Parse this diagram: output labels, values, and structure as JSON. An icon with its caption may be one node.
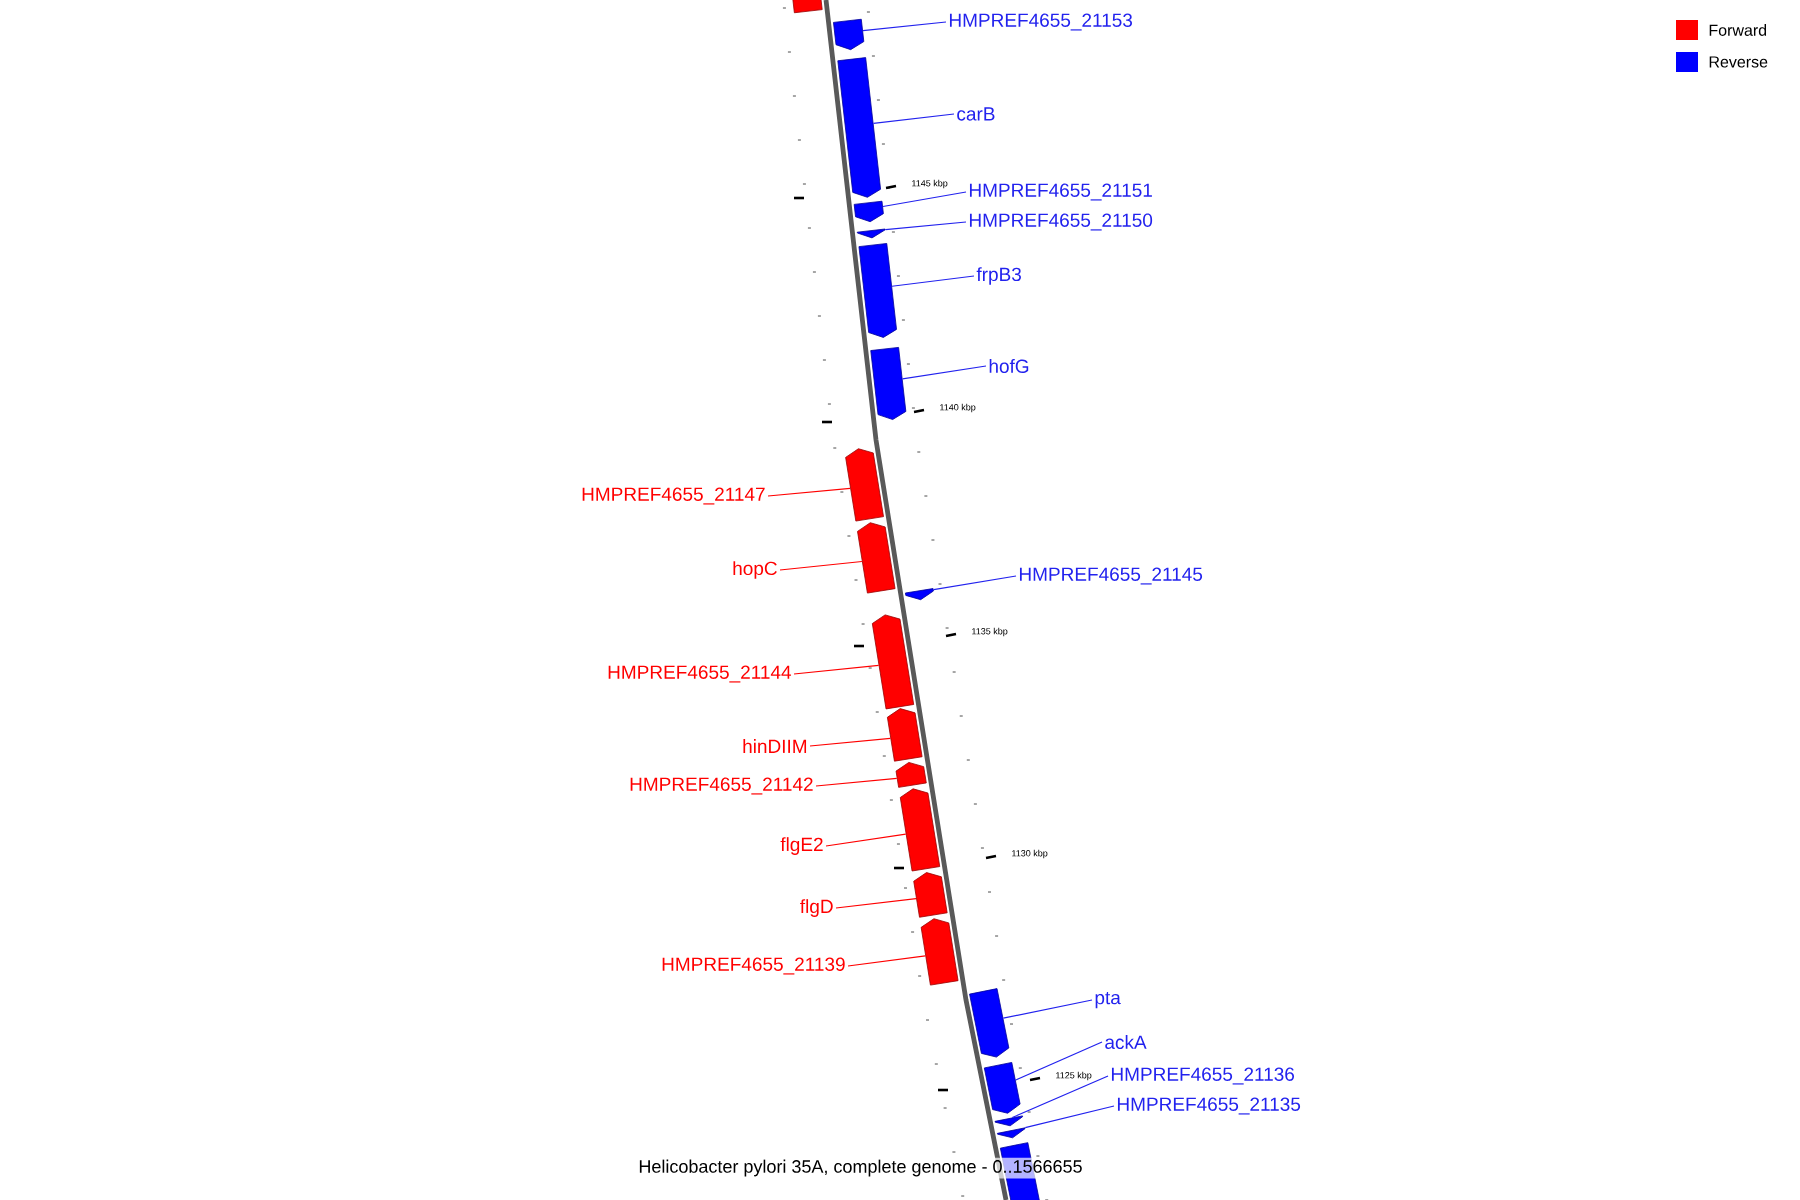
{
  "diagram": {
    "caption": "Helicobacter pylori 35A, complete genome - 0..1566655",
    "nodes": [
      {
        "text": [],
        "shape": "bar"
      },
      {
        "text": [],
        "shape": "bar"
      },
      {
        "text": [
          "HMPREF4655_21153"
        ]
      },
      {
        "text": [],
        "shape": "bar"
      },
      {
        "text": [
          "carB"
        ]
      },
      {
        "text": [],
        "shape": "bar"
      },
      {
        "text": [
          "HMPREF4655_21151"
        ]
      },
      {
        "text": [],
        "shape": "bar"
      },
      {
        "text": [
          "HMPREF4655_21150"
        ]
      },
      {
        "text": [],
        "shape": "bar"
      },
      {
        "text": [
          "frpB3"
        ]
      },
      {
        "text": [],
        "shape": "bar"
      },
      {
        "text": [
          "hofG"
        ]
      },
      {
        "text": [],
        "shape": "bar"
      },
      {
        "text": [
          "HMPREF4655_21147"
        ]
      },
      {
        "text": [],
        "shape": "bar"
      },
      {
        "text": [
          "hopC"
        ]
      },
      {
        "text": [],
        "shape": "bar"
      },
      {
        "text": [
          "HMPREF4655_21145"
        ]
      },
      {
        "text": [],
        "shape": "bar"
      },
      {
        "text": [
          "HMPREF4655_21144"
        ]
      },
      {
        "text": [],
        "shape": "bar"
      },
      {
        "text": [
          "hinDIIM"
        ]
      },
      {
        "text": [],
        "shape": "bar"
      },
      {
        "text": [
          "HMPREF4655_21142"
        ]
      },
      {
        "text": [],
        "shape": "bar"
      },
      {
        "text": [
          "flgE2"
        ]
      },
      {
        "text": [],
        "shape": "bar"
      },
      {
        "text": [
          "flgD"
        ]
      },
      {
        "text": [],
        "shape": "bar"
      },
      {
        "text": [
          "HMPREF4655_21139"
        ]
      },
      {
        "text": [],
        "shape": "bar"
      },
      {
        "text": [
          "pta"
        ]
      },
      {
        "text": [],
        "shape": "bar"
      },
      {
        "text": [
          "ackA"
        ]
      },
      {
        "text": [],
        "shape": "bar"
      },
      {
        "text": [
          "HMPREF4655_21136"
        ]
      },
      {
        "text": [],
        "shape": "bar"
      },
      {
        "text": [
          "HMPREF4655_21135"
        ]
      },
      {
        "text": [],
        "shape": "bar"
      }
    ],
    "edges": [
      {
        "from": 2,
        "to": 1,
        "arrow": "none"
      },
      {
        "from": 4,
        "to": 3,
        "arrow": "none"
      },
      {
        "from": 6,
        "to": 5,
        "arrow": "none"
      },
      {
        "from": 8,
        "to": 7,
        "arrow": "none"
      },
      {
        "from": 10,
        "to": 9,
        "arrow": "none"
      },
      {
        "from": 12,
        "to": 11,
        "arrow": "none"
      },
      {
        "from": 14,
        "to": 13,
        "arrow": "none",
        "color": "#ff0000"
      },
      {
        "from": 16,
        "to": 15,
        "arrow": "none",
        "color": "#ff0000"
      },
      {
        "from": 18,
        "to": 17,
        "arrow": "none"
      },
      {
        "from": 20,
        "to": 19,
        "arrow": "none",
        "color": "#ff0000"
      },
      {
        "from": 22,
        "to": 21,
        "arrow": "none",
        "color": "#ff0000"
      },
      {
        "from": 24,
        "to": 23,
        "arrow": "none",
        "color": "#ff0000"
      },
      {
        "from": 26,
        "to": 25,
        "arrow": "none",
        "color": "#ff0000"
      },
      {
        "from": 28,
        "to": 27,
        "arrow": "none",
        "color": "#ff0000"
      },
      {
        "from": 30,
        "to": 29,
        "arrow": "none",
        "color": "#ff0000"
      },
      {
        "from": 32,
        "to": 31,
        "arrow": "none"
      },
      {
        "from": 34,
        "to": 33,
        "arrow": "none"
      },
      {
        "from": 36,
        "to": 35,
        "arrow": "none"
      },
      {
        "from": 38,
        "to": 37,
        "arrow": "none"
      }
    ],
    "labels": [
      "1145 kbp",
      "1140 kbp",
      "1135 kbp",
      "1130 kbp",
      "1125 kbp"
    ],
    "legend": [
      {
        "text": "Forward",
        "color": "#ff0000"
      },
      {
        "text": "Reverse",
        "color": "#0000ff"
      }
    ]
  }
}
